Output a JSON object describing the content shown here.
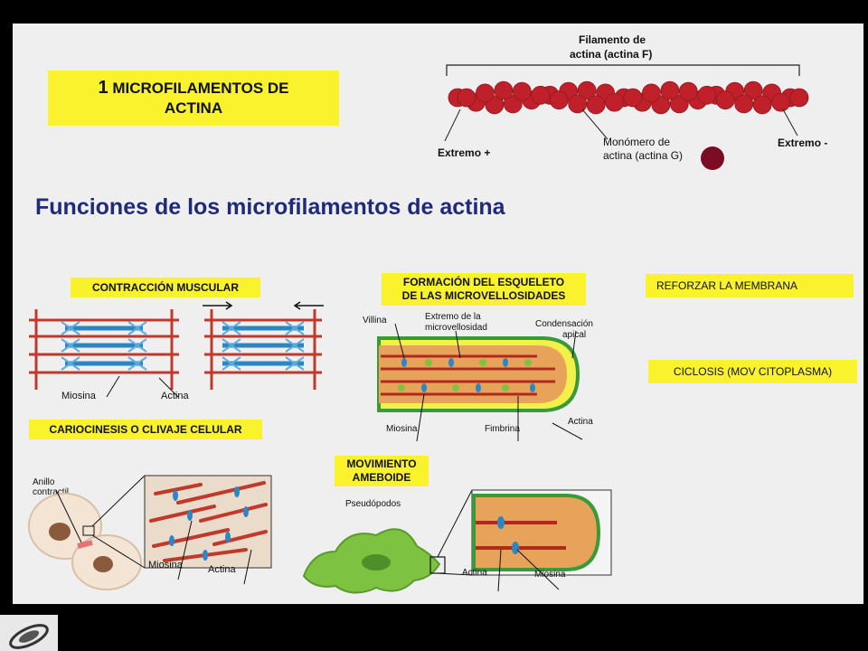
{
  "title_box": {
    "number": "1",
    "line1": "MICROFILAMENTOS DE",
    "line2": "ACTINA"
  },
  "filament": {
    "label_line1": "Filamento de",
    "label_line2": "actina (actina F)",
    "plus_end": "Extremo +",
    "minus_end": "Extremo -",
    "monomer_line1": "Monómero de",
    "monomer_line2": "actina (actina G)",
    "bead_color": "#c0202a",
    "monomer_color": "#7a0c24"
  },
  "heading": "Funciones de los microfilamentos de actina",
  "functions": {
    "muscle": {
      "title": "CONTRACCIÓN MUSCULAR",
      "myosin": "Miosina",
      "actin": "Actina"
    },
    "microvilli": {
      "title_line1": "FORMACIÓN DEL ESQUELETO",
      "title_line2": "DE LAS MICROVELLOSIDADES",
      "villin": "Villina",
      "tip_line1": "Extremo de la",
      "tip_line2": "microvellosidad",
      "cond_line1": "Condensación",
      "cond_line2": "apical",
      "myosin": "Miosina",
      "fimbrin": "Fimbrina",
      "actin": "Actina"
    },
    "membrane": {
      "title": "REFORZAR LA MEMBRANA"
    },
    "cyclosis": {
      "title": "CICLOSIS (MOV CITOPLASMA)"
    },
    "cytokinesis": {
      "title": "CARIOCINESIS O CLIVAJE CELULAR",
      "ring_line1": "Anillo",
      "ring_line2": "contractil",
      "myosin": "Miosina",
      "actin": "Actina"
    },
    "amoeboid": {
      "title_line1": "MOVIMIENTO",
      "title_line2": "AMEBOIDE",
      "pseudopods": "Pseudópodos",
      "actin": "Actina",
      "myosin": "Miosina"
    }
  },
  "colors": {
    "highlight": "#f9f22c",
    "heading": "#1f2a78",
    "actin": "#c0392b",
    "myosin": "#2e86c1",
    "cell_green": "#7dc241"
  }
}
